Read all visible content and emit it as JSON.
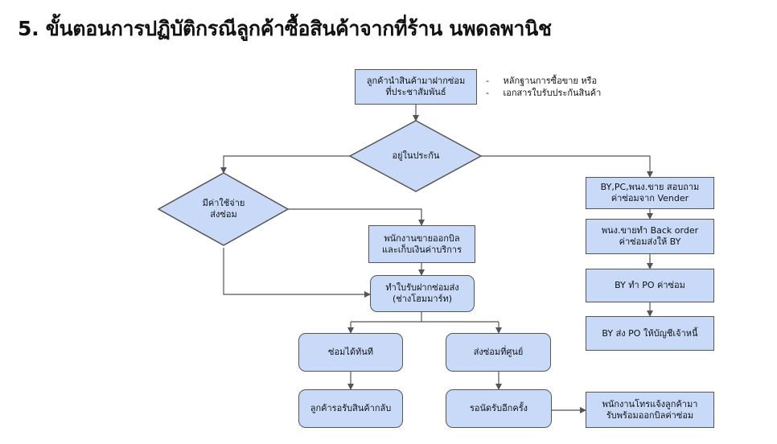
{
  "title": "5. ขั้นตอนการปฏิบัติกรณีลูกค้าซื้อสินค้าจากที่ร้าน นพดลพานิช",
  "colors": {
    "node_fill": "#c9daf8",
    "node_border": "#555555",
    "edge": "#555555"
  },
  "notes": [
    {
      "dash": "-",
      "text": "หลักฐานการซื้อขาย หรือ"
    },
    {
      "dash": "-",
      "text": "เอกสารใบรับประกันสินค้า"
    }
  ],
  "nodes": {
    "start": [
      "ลูกค้านำสินค้ามาฝากซ่อม",
      "ที่ประชาสัมพันธ์"
    ],
    "warranty": [
      "อยู่ในประกัน"
    ],
    "has_cost": [
      "มีค่าใช้จ่าย",
      "ส่งซ่อม"
    ],
    "sales_bill": [
      "พนักงานขายออกบิล",
      "และเก็บเงินค่าบริการ"
    ],
    "repair_slip": [
      "ทำใบรับฝากซ่อมส่ง",
      "(ช่างโฮมมาร์ท)"
    ],
    "repair_now": [
      "ซ่อมได้ทันที"
    ],
    "send_center": [
      "ส่งซ่อมที่ศูนย์"
    ],
    "customer_waits": [
      "ลูกค้ารอรับสินค้ากลับ"
    ],
    "wait_days": [
      "รอนัดรับอีกครั้ง"
    ],
    "call_customer": [
      "พนักงานโทรแจ้งลูกค้ามา",
      "รับพร้อมออกบิลค่าซ่อม"
    ],
    "ask_vendor": [
      "BY,PC,พนง.ขาย สอบถาม",
      "ค่าซ่อมจาก Vender"
    ],
    "back_order": [
      "พนง.ขายทำ Back order",
      "ค่าซ่อมส่งให้ BY"
    ],
    "by_po": [
      "BY ทำ PO ค่าซ่อม"
    ],
    "by_send_po": [
      "BY ส่ง PO ให้บัญชีเจ้าหนี้"
    ]
  }
}
